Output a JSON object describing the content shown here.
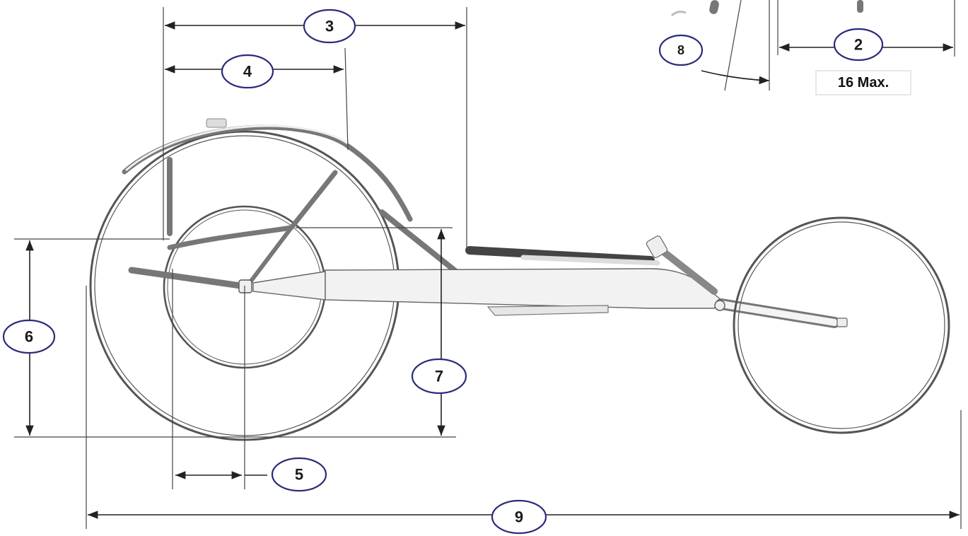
{
  "callouts": {
    "c2": "2",
    "c3": "3",
    "c4": "4",
    "c5": "5",
    "c6": "6",
    "c7": "7",
    "c8": "8",
    "c9": "9"
  },
  "inset": {
    "note": "16 Max."
  },
  "colors": {
    "callout_border": "#2a2a7a",
    "line": "#222222",
    "frame_fill": "#f2f2f2"
  }
}
